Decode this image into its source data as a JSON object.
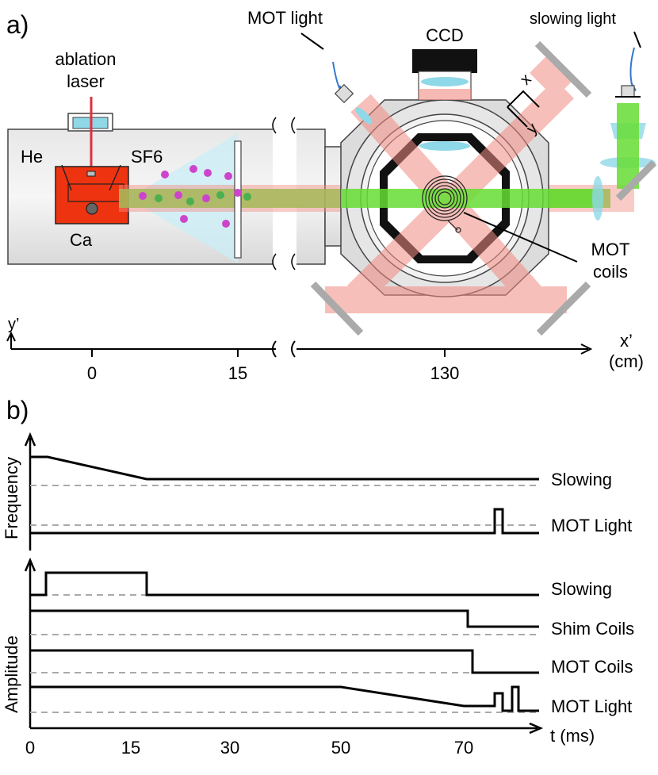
{
  "panel_a": {
    "panel_label": "a)",
    "labels": {
      "ablation_1": "ablation",
      "ablation_2": "laser",
      "he": "He",
      "sf6": "SF6",
      "ca": "Ca",
      "mot_light": "MOT light",
      "ccd": "CCD",
      "slowing_light": "slowing light",
      "mot_coils_1": "MOT",
      "mot_coils_2": "coils",
      "axis_x": "x",
      "axis_y": "y",
      "y_prime": "y’",
      "x_prime": "x’",
      "x_unit": "(cm)"
    },
    "ticks": [
      "0",
      "15",
      "130"
    ],
    "colors": {
      "slowing_beam": "#f28b82",
      "molecule_beam": "#66dd33",
      "cell": "#ee3311",
      "chamber": "#dddddd",
      "optics": "#66ccdd",
      "fiber": "#3377cc",
      "mirror": "#aaaaaa",
      "molecules_magenta": "#cc44cc"
    }
  },
  "panel_b": {
    "panel_label": "b)",
    "frequency_axis_label": "Frequency",
    "amplitude_axis_label": "Amplitude",
    "time_axis_label": "t (ms)",
    "time_ticks": [
      "0",
      "15",
      "30",
      "50",
      "70"
    ],
    "frequency_traces": [
      "Slowing",
      "MOT Light"
    ],
    "amplitude_traces": [
      "Slowing",
      "Shim Coils",
      "MOT Coils",
      "MOT Light"
    ]
  }
}
